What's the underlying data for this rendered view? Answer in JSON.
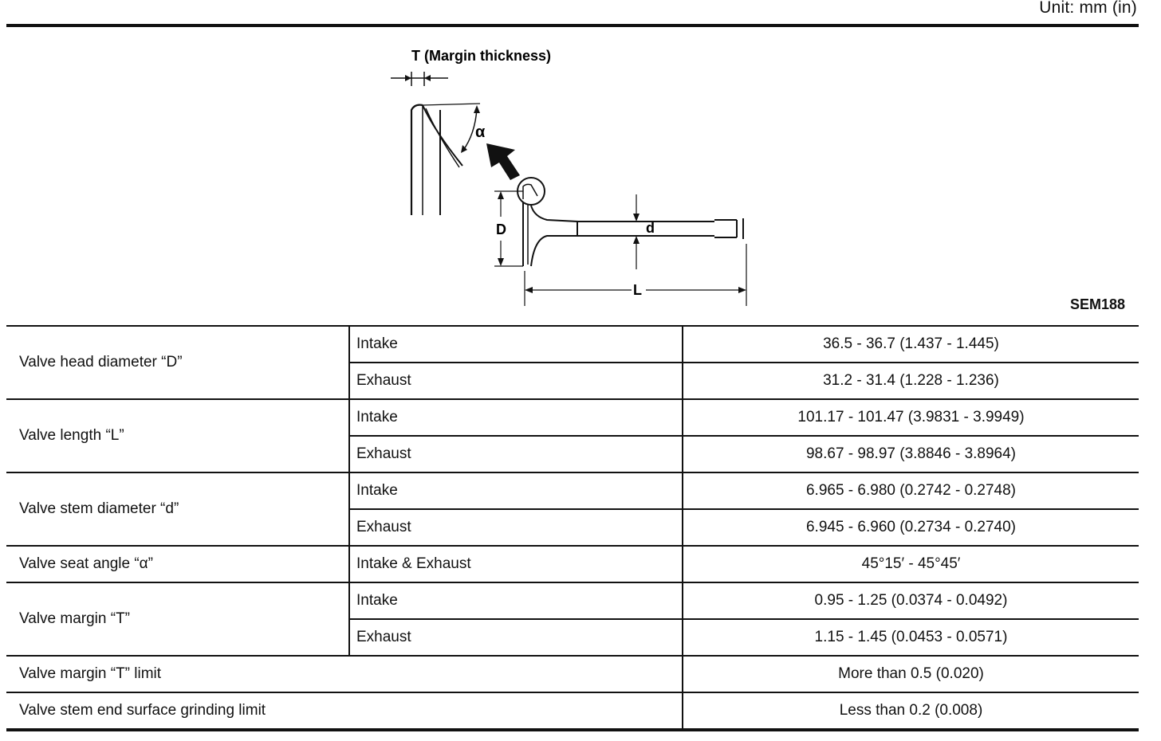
{
  "unit": "Unit: mm (in)",
  "figure": {
    "code": "SEM188",
    "labels": {
      "margin": "T (Margin thickness)",
      "alpha": "α",
      "head_diameter": "D",
      "stem_diameter": "d",
      "length": "L"
    }
  },
  "rows": [
    {
      "item": "Valve head diameter “D”",
      "sub": [
        {
          "type": "Intake",
          "value": "36.5 - 36.7 (1.437 - 1.445)"
        },
        {
          "type": "Exhaust",
          "value": "31.2 - 31.4 (1.228 - 1.236)"
        }
      ]
    },
    {
      "item": "Valve length “L”",
      "sub": [
        {
          "type": "Intake",
          "value": "101.17 - 101.47 (3.9831 - 3.9949)"
        },
        {
          "type": "Exhaust",
          "value": "98.67 - 98.97 (3.8846 - 3.8964)"
        }
      ]
    },
    {
      "item": "Valve stem diameter “d”",
      "sub": [
        {
          "type": "Intake",
          "value": "6.965 - 6.980 (0.2742 - 0.2748)"
        },
        {
          "type": "Exhaust",
          "value": "6.945 - 6.960 (0.2734 - 0.2740)"
        }
      ]
    },
    {
      "item": "Valve seat angle “α”",
      "sub": [
        {
          "type": "Intake & Exhaust",
          "value": "45°15′ - 45°45′"
        }
      ]
    },
    {
      "item": "Valve margin “T”",
      "sub": [
        {
          "type": "Intake",
          "value": "0.95 - 1.25 (0.0374 - 0.0492)"
        },
        {
          "type": "Exhaust",
          "value": "1.15 - 1.45 (0.0453 - 0.0571)"
        }
      ]
    },
    {
      "item": "Valve margin “T” limit",
      "value": "More than 0.5 (0.020)"
    },
    {
      "item": "Valve stem end surface grinding limit",
      "value": "Less than 0.2 (0.008)"
    }
  ]
}
